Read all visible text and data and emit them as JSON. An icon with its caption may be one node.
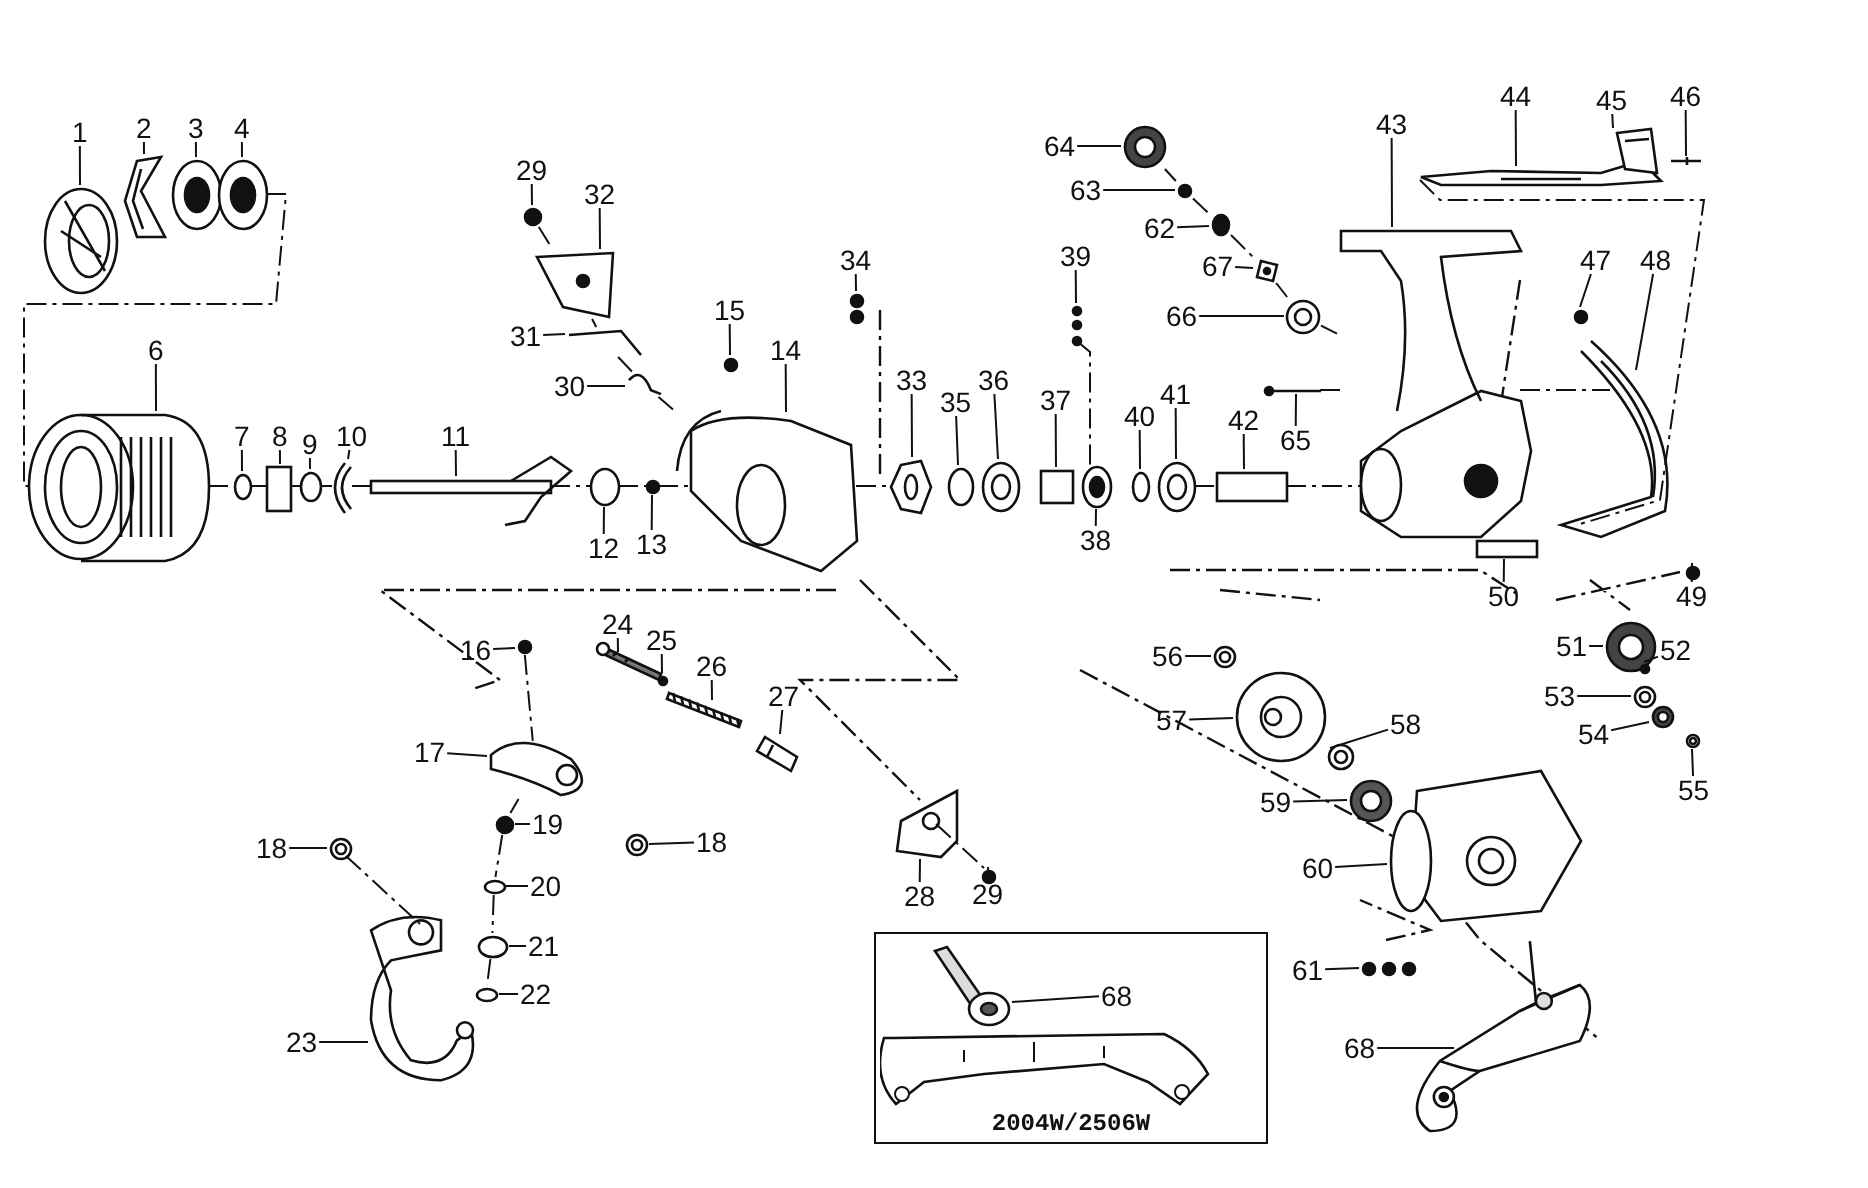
{
  "diagram": {
    "nodes": [
      {
        "text": [
          "2004W/2506W"
        ]
      },
      {
        "text": [
          "1"
        ]
      },
      {
        "text": [
          "2"
        ]
      },
      {
        "text": [
          "3"
        ]
      },
      {
        "text": [
          "4"
        ]
      },
      {
        "text": [
          "6"
        ]
      },
      {
        "text": [
          "7"
        ]
      },
      {
        "text": [
          "8"
        ]
      },
      {
        "text": [
          "9"
        ]
      },
      {
        "text": [
          "10"
        ]
      },
      {
        "text": [
          "11"
        ]
      },
      {
        "text": [
          "12"
        ]
      },
      {
        "text": [
          "13"
        ]
      },
      {
        "text": [
          "29"
        ]
      },
      {
        "text": [
          "32"
        ]
      },
      {
        "text": [
          "31"
        ]
      },
      {
        "text": [
          "30"
        ]
      },
      {
        "text": [
          "15"
        ]
      },
      {
        "text": [
          "14"
        ]
      },
      {
        "text": [
          "34"
        ]
      },
      {
        "text": [
          "33"
        ]
      },
      {
        "text": [
          "35"
        ]
      },
      {
        "text": [
          "36"
        ]
      },
      {
        "text": [
          "37"
        ]
      },
      {
        "text": [
          "39"
        ]
      },
      {
        "text": [
          "38"
        ]
      },
      {
        "text": [
          "40"
        ]
      },
      {
        "text": [
          "41"
        ]
      },
      {
        "text": [
          "42"
        ]
      },
      {
        "text": [
          "65"
        ]
      },
      {
        "text": [
          "64"
        ]
      },
      {
        "text": [
          "63"
        ]
      },
      {
        "text": [
          "62"
        ]
      },
      {
        "text": [
          "67"
        ]
      },
      {
        "text": [
          "66"
        ]
      },
      {
        "text": [
          "43"
        ]
      },
      {
        "text": [
          "44"
        ]
      },
      {
        "text": [
          "45"
        ]
      },
      {
        "text": [
          "46"
        ]
      },
      {
        "text": [
          "47"
        ]
      },
      {
        "text": [
          "48"
        ]
      },
      {
        "text": [
          "50"
        ]
      },
      {
        "text": [
          "49"
        ]
      },
      {
        "text": [
          "16"
        ]
      },
      {
        "text": [
          "24"
        ]
      },
      {
        "text": [
          "25"
        ]
      },
      {
        "text": [
          "26"
        ]
      },
      {
        "text": [
          "27"
        ]
      },
      {
        "text": [
          "17"
        ]
      },
      {
        "text": [
          "19"
        ]
      },
      {
        "text": [
          "18"
        ]
      },
      {
        "text": [
          "18"
        ]
      },
      {
        "text": [
          "20"
        ]
      },
      {
        "text": [
          "21"
        ]
      },
      {
        "text": [
          "22"
        ]
      },
      {
        "text": [
          "23"
        ]
      },
      {
        "text": [
          "28"
        ]
      },
      {
        "text": [
          "29"
        ]
      },
      {
        "text": [
          "56"
        ]
      },
      {
        "text": [
          "57"
        ]
      },
      {
        "text": [
          "58"
        ]
      },
      {
        "text": [
          "59"
        ]
      },
      {
        "text": [
          "51"
        ]
      },
      {
        "text": [
          "52"
        ]
      },
      {
        "text": [
          "53"
        ]
      },
      {
        "text": [
          "54"
        ]
      },
      {
        "text": [
          "55"
        ]
      },
      {
        "text": [
          "60"
        ]
      },
      {
        "text": [
          "61"
        ]
      },
      {
        "text": [
          "68"
        ],
        "in": 0
      },
      {
        "text": [
          "68"
        ]
      },
      {
        "text": [],
        "shape": "picture"
      },
      {
        "text": [],
        "shape": "picture"
      },
      {
        "text": [],
        "shape": "circle"
      },
      {
        "text": [],
        "shape": "circle"
      },
      {
        "text": [],
        "shape": "picture"
      },
      {
        "text": [],
        "shape": "circle"
      },
      {
        "text": [],
        "shape": "box"
      },
      {
        "text": [],
        "shape": "circle"
      },
      {
        "text": [],
        "shape": "picture"
      },
      {
        "text": [],
        "shape": "picture"
      },
      {
        "text": [],
        "shape": "circle"
      },
      {
        "text": [],
        "shape": "circle"
      },
      {
        "text": [],
        "shape": "circle"
      },
      {
        "text": [],
        "shape": "picture"
      },
      {
        "text": [],
        "shape": "picture"
      },
      {
        "text": [],
        "shape": "picture"
      },
      {
        "text": [],
        "shape": "circle"
      },
      {
        "text": [],
        "shape": "picture"
      },
      {
        "text": [],
        "shape": "picture"
      },
      {
        "text": [],
        "shape": "picture"
      },
      {
        "text": [],
        "shape": "circle"
      },
      {
        "text": [],
        "shape": "circle"
      },
      {
        "text": [],
        "shape": "box"
      },
      {
        "text": [],
        "shape": "picture"
      },
      {
        "text": [],
        "shape": "circle"
      },
      {
        "text": [],
        "shape": "circle"
      },
      {
        "text": [],
        "shape": "circle"
      },
      {
        "text": [],
        "shape": "box"
      },
      {
        "text": [],
        "shape": "picture"
      },
      {
        "text": [],
        "shape": "circle"
      },
      {
        "text": [],
        "shape": "circle"
      },
      {
        "text": [],
        "shape": "circle"
      },
      {
        "text": [],
        "shape": "picture"
      },
      {
        "text": [],
        "shape": "circle"
      },
      {
        "text": [],
        "shape": "picture"
      },
      {
        "text": [],
        "shape": "picture"
      },
      {
        "text": [],
        "shape": "picture"
      },
      {
        "text": [],
        "shape": "picture"
      },
      {
        "text": [],
        "shape": "circle"
      },
      {
        "text": [],
        "shape": "picture"
      },
      {
        "text": [],
        "shape": "box"
      },
      {
        "text": [],
        "shape": "circle"
      },
      {
        "text": [],
        "shape": "circle"
      },
      {
        "text": [],
        "shape": "picture"
      },
      {
        "text": [],
        "shape": "circle"
      },
      {
        "text": [],
        "shape": "picture"
      },
      {
        "text": [],
        "shape": "picture"
      },
      {
        "text": [],
        "shape": "picture"
      },
      {
        "text": [],
        "shape": "circle"
      },
      {
        "text": [],
        "shape": "circle"
      },
      {
        "text": [],
        "shape": "circle"
      },
      {
        "text": [],
        "shape": "circle"
      },
      {
        "text": [],
        "shape": "circle"
      },
      {
        "text": [],
        "shape": "circle"
      },
      {
        "text": [],
        "shape": "picture"
      },
      {
        "text": [],
        "shape": "picture"
      },
      {
        "text": [],
        "shape": "circle"
      },
      {
        "text": [],
        "shape": "circle"
      },
      {
        "text": [],
        "shape": "picture"
      },
      {
        "text": [],
        "shape": "circle"
      },
      {
        "text": [],
        "shape": "circle"
      },
      {
        "text": [],
        "shape": "circle"
      },
      {
        "text": [],
        "shape": "circle"
      },
      {
        "text": [],
        "shape": "circle"
      },
      {
        "text": [],
        "shape": "circle"
      },
      {
        "text": [],
        "shape": "circle"
      },
      {
        "text": [],
        "shape": "picture"
      },
      {
        "text": [],
        "shape": "picture"
      },
      {
        "text": [],
        "shape": "picture",
        "in": 0
      },
      {
        "text": [],
        "shape": "picture"
      }
    ],
    "edges": [
      {
        "from": 1,
        "to": 71,
        "arrow": "none"
      },
      {
        "from": 2,
        "to": 72,
        "arrow": "none"
      },
      {
        "from": 3,
        "to": 73,
        "arrow": "none"
      },
      {
        "from": 4,
        "to": 74,
        "arrow": "none"
      },
      {
        "from": 5,
        "to": 75,
        "arrow": "none"
      },
      {
        "from": 6,
        "to": 76,
        "arrow": "none"
      },
      {
        "from": 7,
        "to": 77,
        "arrow": "none"
      },
      {
        "from": 8,
        "to": 78,
        "arrow": "none"
      },
      {
        "from": 9,
        "to": 79,
        "arrow": "none"
      },
      {
        "from": 10,
        "to": 80,
        "arrow": "none"
      },
      {
        "from": 11,
        "to": 81,
        "arrow": "none"
      },
      {
        "from": 12,
        "to": 82,
        "arrow": "none"
      },
      {
        "from": 13,
        "to": 83,
        "arrow": "none"
      },
      {
        "from": 14,
        "to": 84,
        "arrow": "none"
      },
      {
        "from": 15,
        "to": 85,
        "arrow": "none"
      },
      {
        "from": 16,
        "to": 86,
        "arrow": "none"
      },
      {
        "from": 17,
        "to": 87,
        "arrow": "none"
      },
      {
        "from": 18,
        "to": 88,
        "arrow": "none"
      },
      {
        "from": 19,
        "to": 89,
        "arrow": "none"
      },
      {
        "from": 20,
        "to": 90,
        "arrow": "none"
      },
      {
        "from": 21,
        "to": 91,
        "arrow": "none"
      },
      {
        "from": 22,
        "to": 92,
        "arrow": "none"
      },
      {
        "from": 23,
        "to": 93,
        "arrow": "none"
      },
      {
        "from": 24,
        "to": 94,
        "arrow": "none"
      },
      {
        "from": 25,
        "to": 95,
        "arrow": "none"
      },
      {
        "from": 26,
        "to": 96,
        "arrow": "none"
      },
      {
        "from": 27,
        "to": 97,
        "arrow": "none"
      },
      {
        "from": 28,
        "to": 98,
        "arrow": "none"
      },
      {
        "from": 29,
        "to": 99,
        "arrow": "none"
      },
      {
        "from": 30,
        "to": 100,
        "arrow": "none"
      },
      {
        "from": 31,
        "to": 101,
        "arrow": "none"
      },
      {
        "from": 32,
        "to": 102,
        "arrow": "none"
      },
      {
        "from": 33,
        "to": 103,
        "arrow": "none"
      },
      {
        "from": 34,
        "to": 104,
        "arrow": "none"
      },
      {
        "from": 35,
        "to": 105,
        "arrow": "none"
      },
      {
        "from": 36,
        "to": 106,
        "arrow": "none"
      },
      {
        "from": 37,
        "to": 107,
        "arrow": "none"
      },
      {
        "from": 38,
        "to": 108,
        "arrow": "none"
      },
      {
        "from": 39,
        "to": 109,
        "arrow": "none"
      },
      {
        "from": 40,
        "to": 110,
        "arrow": "none"
      },
      {
        "from": 41,
        "to": 111,
        "arrow": "none"
      },
      {
        "from": 42,
        "to": 112,
        "arrow": "none"
      },
      {
        "from": 43,
        "to": 113,
        "arrow": "none"
      },
      {
        "from": 44,
        "to": 114,
        "arrow": "none"
      },
      {
        "from": 45,
        "to": 115,
        "arrow": "none"
      },
      {
        "from": 46,
        "to": 116,
        "arrow": "none"
      },
      {
        "from": 47,
        "to": 117,
        "arrow": "none"
      },
      {
        "from": 48,
        "to": 118,
        "arrow": "none"
      },
      {
        "from": 49,
        "to": 119,
        "arrow": "none"
      },
      {
        "from": 50,
        "to": 120,
        "arrow": "none"
      },
      {
        "from": 51,
        "to": 121,
        "arrow": "none"
      },
      {
        "from": 52,
        "to": 122,
        "arrow": "none"
      },
      {
        "from": 53,
        "to": 123,
        "arrow": "none"
      },
      {
        "from": 54,
        "to": 124,
        "arrow": "none"
      },
      {
        "from": 55,
        "to": 125,
        "arrow": "none"
      },
      {
        "from": 56,
        "to": 126,
        "arrow": "none"
      },
      {
        "from": 57,
        "to": 127,
        "arrow": "none"
      },
      {
        "from": 58,
        "to": 128,
        "arrow": "none"
      },
      {
        "from": 59,
        "to": 129,
        "arrow": "none"
      },
      {
        "from": 60,
        "to": 130,
        "arrow": "none"
      },
      {
        "from": 61,
        "to": 131,
        "arrow": "none"
      },
      {
        "from": 62,
        "to": 132,
        "arrow": "none"
      },
      {
        "from": 63,
        "to": 133,
        "arrow": "none"
      },
      {
        "from": 64,
        "to": 134,
        "arrow": "none"
      },
      {
        "from": 65,
        "to": 135,
        "arrow": "none"
      },
      {
        "from": 66,
        "to": 136,
        "arrow": "none"
      },
      {
        "from": 67,
        "to": 137,
        "arrow": "none"
      },
      {
        "from": 68,
        "to": 138,
        "arrow": "none"
      },
      {
        "from": 69,
        "to": 139,
        "arrow": "none"
      },
      {
        "from": 70,
        "to": 140,
        "arrow": "none"
      },
      {
        "from": 74,
        "to": 75,
        "arrow": "none",
        "style": "dashed"
      },
      {
        "from": 106,
        "to": 110,
        "arrow": "none",
        "style": "dashed"
      },
      {
        "from": 100,
        "to": 101,
        "arrow": "none",
        "style": "dashed"
      },
      {
        "from": 101,
        "to": 102,
        "arrow": "none",
        "style": "dashed"
      },
      {
        "from": 102,
        "to": 103,
        "arrow": "none",
        "style": "dashed"
      },
      {
        "from": 103,
        "to": 104,
        "arrow": "none",
        "style": "dashed"
      },
      {
        "from": 104,
        "to": 105,
        "arrow": "none",
        "style": "dashed"
      },
      {
        "from": 113,
        "to": 118,
        "arrow": "none",
        "style": "dashed"
      },
      {
        "from": 118,
        "to": 119,
        "arrow": "none",
        "style": "dashed"
      },
      {
        "from": 119,
        "to": 122,
        "arrow": "none",
        "style": "dashed"
      },
      {
        "from": 122,
        "to": 123,
        "arrow": "none",
        "style": "dashed"
      },
      {
        "from": 123,
        "to": 124,
        "arrow": "none",
        "style": "dashed"
      },
      {
        "from": 99,
        "to": 105,
        "arrow": "none",
        "style": "dashed"
      },
      {
        "from": 105,
        "to": 110,
        "arrow": "none",
        "style": "dashed"
      },
      {
        "from": 83,
        "to": 84,
        "arrow": "none",
        "style": "dashed"
      },
      {
        "from": 84,
        "to": 85,
        "arrow": "none",
        "style": "dashed"
      },
      {
        "from": 85,
        "to": 86,
        "arrow": "none",
        "style": "dashed"
      },
      {
        "from": 86,
        "to": 88,
        "arrow": "none",
        "style": "dashed"
      },
      {
        "from": 97,
        "to": 98,
        "arrow": "none",
        "style": "dashed"
      },
      {
        "from": 98,
        "to": 105,
        "arrow": "none",
        "style": "dashed"
      },
      {
        "from": 94,
        "to": 95,
        "arrow": "none",
        "style": "dashed"
      },
      {
        "from": 120,
        "to": 125,
        "arrow": "none",
        "style": "dashed"
      },
      {
        "from": 126,
        "to": 127,
        "arrow": "none",
        "style": "dashed"
      },
      {
        "from": 75,
        "to": 76,
        "arrow": "none",
        "style": "dashed"
      },
      {
        "from": 76,
        "to": 77,
        "arrow": "none",
        "style": "dashed"
      },
      {
        "from": 77,
        "to": 78,
        "arrow": "none",
        "style": "dashed"
      },
      {
        "from": 78,
        "to": 79,
        "arrow": "none",
        "style": "dashed"
      },
      {
        "from": 79,
        "to": 80,
        "arrow": "none",
        "style": "dashed"
      },
      {
        "from": 80,
        "to": 81,
        "arrow": "none",
        "style": "dashed"
      },
      {
        "from": 81,
        "to": 82,
        "arrow": "none",
        "style": "dashed"
      },
      {
        "from": 82,
        "to": 88,
        "arrow": "none",
        "style": "dashed"
      },
      {
        "from": 88,
        "to": 90,
        "arrow": "none",
        "style": "dashed"
      }
    ]
  }
}
